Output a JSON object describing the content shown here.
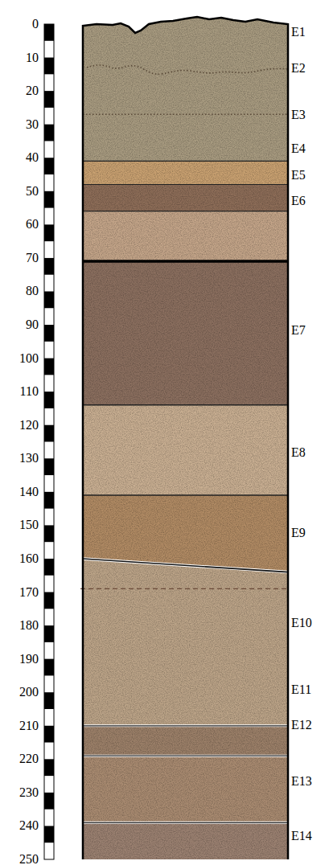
{
  "diagram": {
    "nodes": [
      {
        "text": [
          "E1"
        ]
      },
      {
        "text": [
          "E2"
        ]
      },
      {
        "text": [
          "E3"
        ]
      },
      {
        "text": [
          "E4"
        ]
      },
      {
        "text": [
          "E5"
        ]
      },
      {
        "text": [
          "E6"
        ]
      },
      {
        "text": [
          "E7"
        ]
      },
      {
        "text": [
          "E8"
        ]
      },
      {
        "text": [
          "E9"
        ]
      },
      {
        "text": [
          "E10"
        ]
      },
      {
        "text": [
          "E11"
        ]
      },
      {
        "text": [
          "E12"
        ]
      },
      {
        "text": [
          "E13"
        ]
      },
      {
        "text": [
          "E14"
        ]
      }
    ],
    "labels": [
      "0",
      "10",
      "20",
      "30",
      "40",
      "50",
      "60",
      "70",
      "80",
      "90",
      "100",
      "110",
      "120",
      "130",
      "140",
      "150",
      "160",
      "170",
      "180",
      "190",
      "200",
      "210",
      "220",
      "230",
      "240",
      "250"
    ]
  }
}
